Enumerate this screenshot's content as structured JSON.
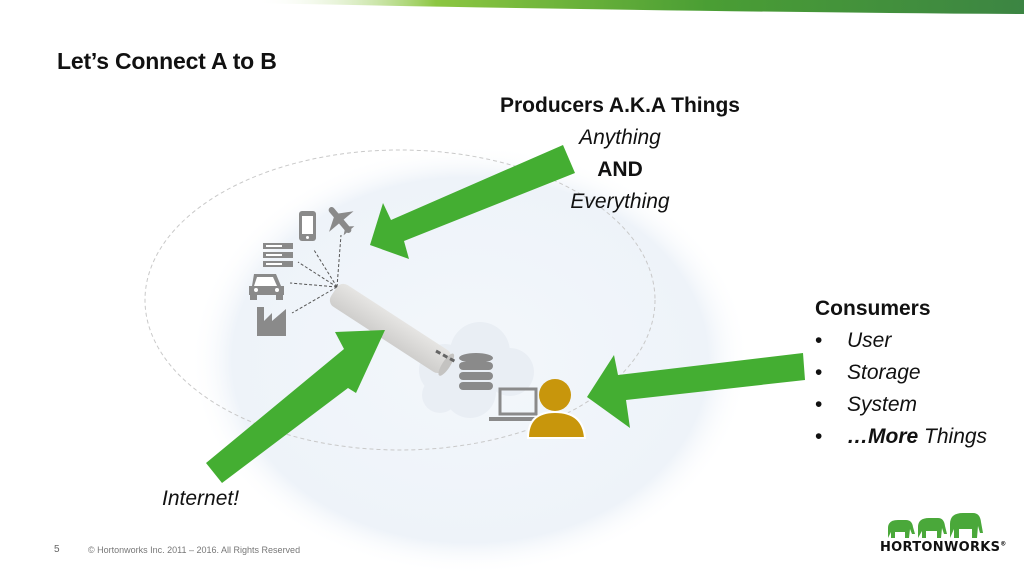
{
  "slide": {
    "title": "Let’s Connect A to B",
    "page_number": "5",
    "copyright": "© Hortonworks Inc. 2011 – 2016. All Rights Reserved"
  },
  "producers": {
    "heading": "Producers A.K.A Things",
    "line1": "Anything",
    "line2": "AND",
    "line3": "Everything"
  },
  "consumers": {
    "heading": "Consumers",
    "bullet": "•",
    "items": [
      {
        "label": "User"
      },
      {
        "label": "Storage"
      },
      {
        "label": "System"
      },
      {
        "prefix": "…More",
        "label": " Things"
      }
    ]
  },
  "internet_label": "Internet!",
  "logo": {
    "text": "HORTONWORKS",
    "mark": "®"
  },
  "icons": {
    "producer_icons": [
      "smartphone-icon",
      "airplane-icon",
      "server-icon",
      "car-icon",
      "factory-icon"
    ],
    "hub": "pipe-cylinder",
    "storage": "database-icon",
    "consumer_icons": [
      "laptop-icon",
      "user-icon"
    ]
  },
  "colors": {
    "arrow_green": "#44AE32",
    "icon_gray": "#8A8A8A",
    "user_gold": "#C8960C",
    "topbar_green_start": "#7CC242",
    "topbar_green_end": "#3C8A42",
    "cylinder_gray": "#D9D8D6"
  }
}
